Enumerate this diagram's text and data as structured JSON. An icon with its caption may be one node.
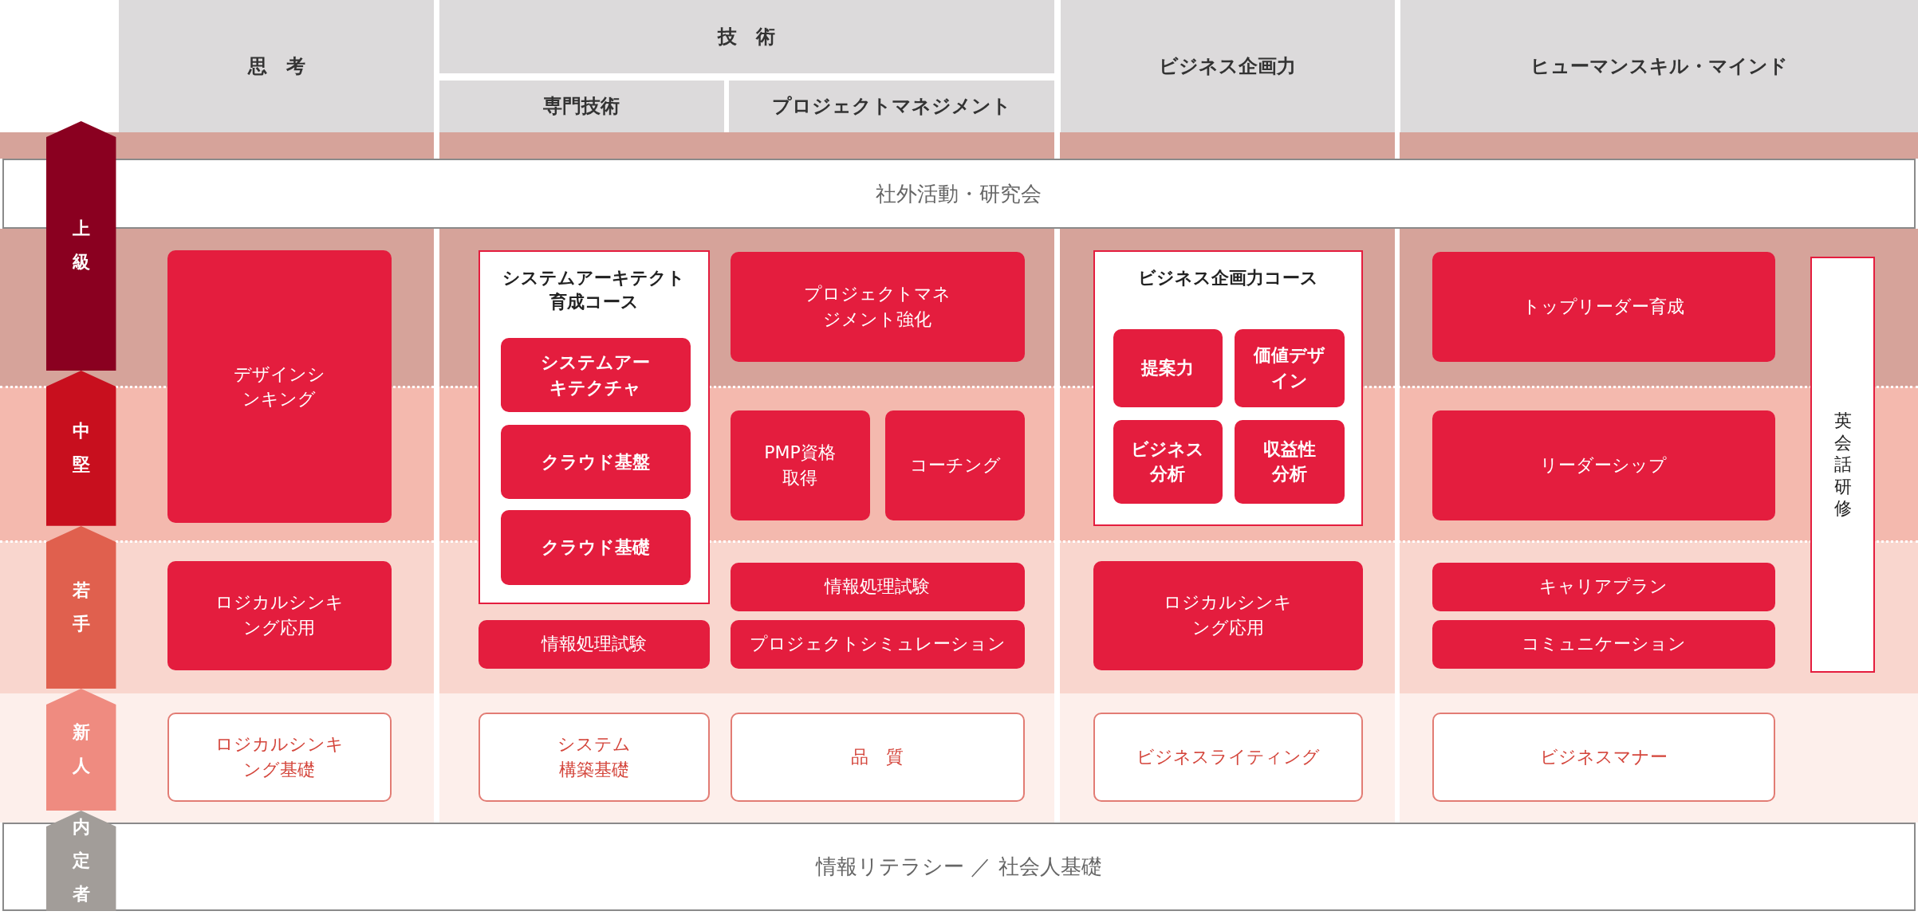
{
  "diagram": {
    "nodes": [
      {
        "text": [
          "思　考"
        ]
      },
      {
        "text": [
          "技　術"
        ]
      },
      {
        "text": [
          "専門技術"
        ]
      },
      {
        "text": [
          "プロジェクトマネジメント"
        ]
      },
      {
        "text": [
          "ビジネス企画力"
        ]
      },
      {
        "text": [
          "ヒューマンスキル・マインド"
        ]
      },
      {
        "text": [
          "上級"
        ]
      },
      {
        "text": [
          "中堅"
        ]
      },
      {
        "text": [
          "若手"
        ]
      },
      {
        "text": [
          "新人"
        ]
      },
      {
        "text": [
          "内定者"
        ]
      },
      {
        "text": [
          "社外活動・研究会"
        ]
      },
      {
        "text": [
          "デザインシンキング"
        ]
      },
      {
        "text": [
          "システムアーキテクト育成コース"
        ]
      },
      {
        "text": [
          "システムアーキテクチャ"
        ],
        "in": 13
      },
      {
        "text": [
          "クラウド基盤"
        ],
        "in": 13
      },
      {
        "text": [
          "クラウド基礎"
        ],
        "in": 13
      },
      {
        "text": [
          "プロジェクトマネジメント強化"
        ]
      },
      {
        "text": [
          "ビジネス企画力コース"
        ]
      },
      {
        "text": [
          "提案力"
        ],
        "in": 18
      },
      {
        "text": [
          "価値デザイン"
        ],
        "in": 18
      },
      {
        "text": [
          "ビジネス分析"
        ],
        "in": 18
      },
      {
        "text": [
          "収益性分析"
        ],
        "in": 18
      },
      {
        "text": [
          "トップリーダー育成"
        ]
      },
      {
        "text": [
          "英会話研修"
        ]
      },
      {
        "text": [
          "PMP資格取得"
        ]
      },
      {
        "text": [
          "コーチング"
        ]
      },
      {
        "text": [
          "リーダーシップ"
        ]
      },
      {
        "text": [
          "ロジカルシンキング応用"
        ]
      },
      {
        "text": [
          "情報処理試験"
        ]
      },
      {
        "text": [
          "情報処理試験"
        ]
      },
      {
        "text": [
          "プロジェクトシミュレーション"
        ]
      },
      {
        "text": [
          "ロジカルシンキング応用"
        ]
      },
      {
        "text": [
          "キャリアプラン"
        ]
      },
      {
        "text": [
          "コミュニケーション"
        ]
      },
      {
        "text": [
          "ロジカルシンキング基礎"
        ]
      },
      {
        "text": [
          "システム構築基礎"
        ]
      },
      {
        "text": [
          "品　質"
        ]
      },
      {
        "text": [
          "ビジネスライティング"
        ]
      },
      {
        "text": [
          "ビジネスマナー"
        ]
      },
      {
        "text": [
          "情報リテラシー ／ 社会人基礎"
        ]
      }
    ]
  }
}
